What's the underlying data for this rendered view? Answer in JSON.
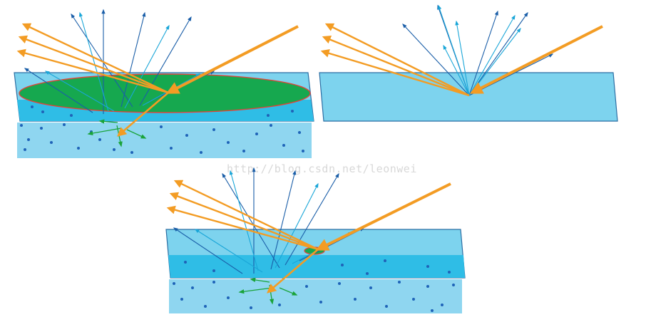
{
  "watermark": "http://blog.csdn.net/leonwei",
  "colors": {
    "incident": "#f39c24",
    "reflected": "#f39c24",
    "scatter_dark": "#1a5ea8",
    "scatter_light": "#1aa6d8",
    "inner_scatter": "#1aa33a",
    "surface_top": "#7dd3ee",
    "surface_band": "#2fbde6",
    "subsurface": "#8fd6f0",
    "particle": "#1f63b8",
    "footprint_fill": "#16a84f",
    "footprint_edge": "#e0443a",
    "outline": "#2b6ea3"
  },
  "panels": [
    {
      "id": "large-footprint",
      "footprint": "large"
    },
    {
      "id": "surface-only",
      "footprint": "none"
    },
    {
      "id": "small-footprint",
      "footprint": "small"
    }
  ]
}
